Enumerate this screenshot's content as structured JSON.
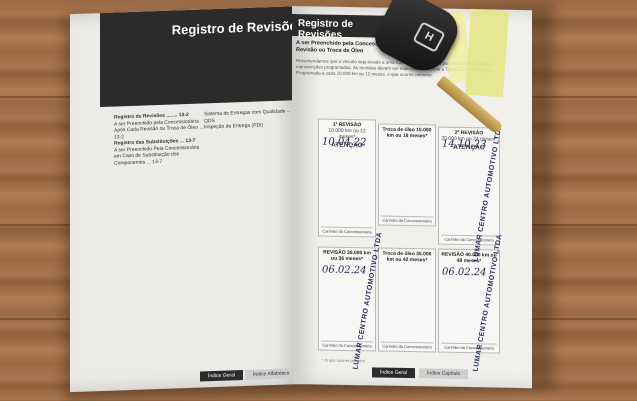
{
  "left_page": {
    "title": "Registro de Revisões",
    "toc_left": [
      {
        "label": "Registro de Revisões",
        "page": "13-2",
        "bold": true
      },
      {
        "label": "A ser Preenchido pela Concessionária Após Cada Revisão ou Troca de Óleo",
        "page": "13-2",
        "bold": false
      },
      {
        "label": "Registro das Substituições",
        "page": "13-7",
        "bold": true
      },
      {
        "label": "A ser Preenchido Pela Concessionária em Caso de Substituição dos Componentes",
        "page": "13-7",
        "bold": false
      }
    ],
    "toc_right": [
      {
        "label": "Sistema de Entregas com Qualidade – QDS",
        "page": ""
      },
      {
        "label": "Inspeção de Entrega (PDI)",
        "page": ""
      }
    ],
    "tabs": [
      "Índice Geral",
      "Índice Alfabético"
    ]
  },
  "right_page": {
    "title": "Registro de Revisões",
    "intro": "A ser Preenchido pela Concessionária Após Cada Revisão ou Troca de Óleo",
    "body": "Recomendamos que o veículo seja levado a uma Concessionária Honda para realizar as revisões e manutenções programadas. As revisões devem ser realizadas conforme a Tabela de Manutenção Programada a cada 10.000 km ou 12 meses, o que ocorrer primeiro.",
    "cards": [
      {
        "title": "1ª REVISÃO",
        "sub": "10.000 km ou 12 meses*",
        "att": "ATENÇÃO"
      },
      {
        "title": "Troca de óleo 15.000 km ou 18 meses*",
        "sub": "",
        "att": ""
      },
      {
        "title": "2ª REVISÃO",
        "sub": "20.000 km ou 24 meses*",
        "att": "ATENÇÃO"
      },
      {
        "title": "REVISÃO 30.000 km ou 36 meses*",
        "sub": "",
        "att": ""
      },
      {
        "title": "Troca de óleo 35.000 km ou 42 meses*",
        "sub": "",
        "att": ""
      },
      {
        "title": "REVISÃO 40.000 km ou 48 meses*",
        "sub": "",
        "att": ""
      }
    ],
    "card_footer": "Carimbo da Concessionária",
    "stamp_text": "LUMAR CENTRO AUTOMOTIVO LTDA",
    "handwriting": [
      "10.04.22",
      "14.10.23",
      "06.02.24"
    ],
    "note": "* O que ocorrer primeiro",
    "tabs": [
      "Índice Geral",
      "Índice Capítulo"
    ]
  },
  "key": {
    "logo_icon": "honda-logo-icon"
  }
}
